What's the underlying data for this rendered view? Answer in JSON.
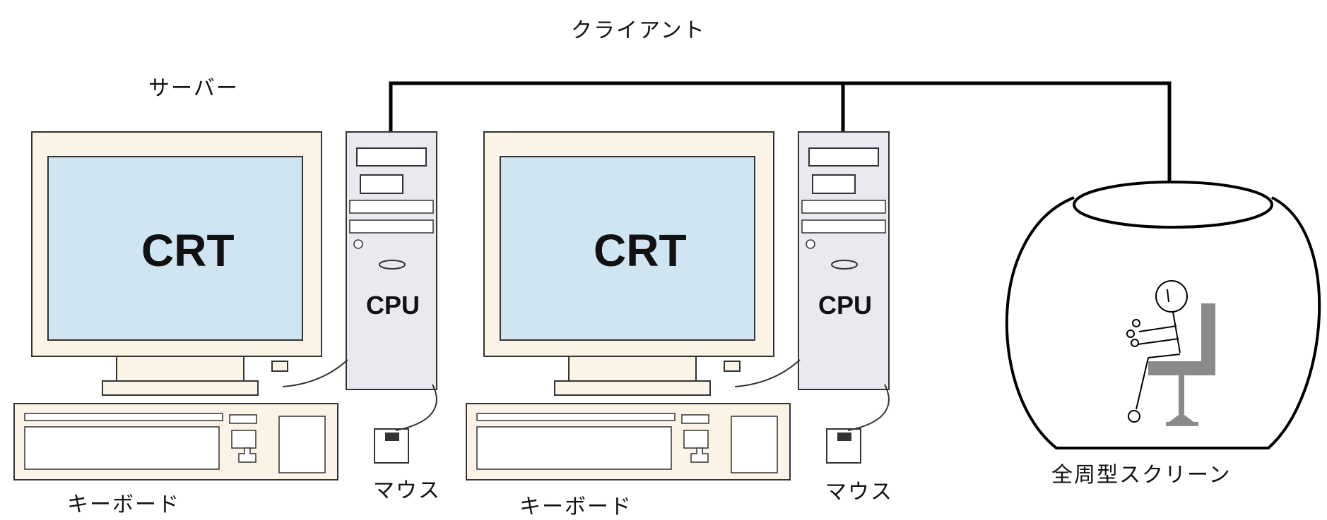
{
  "labels": {
    "client": "クライアント",
    "server": "サーバー",
    "screen": "全周型スクリーン"
  },
  "stations": [
    {
      "monitor_text": "CRT",
      "cpu_text": "CPU",
      "keyboard": "キーボード",
      "mouse": "マウス"
    },
    {
      "monitor_text": "CRT",
      "cpu_text": "CPU",
      "keyboard": "キーボード",
      "mouse": "マウス"
    }
  ],
  "colors": {
    "screen_fill": "#cfe6f2",
    "monitor_body": "#fbf3e6",
    "cpu_body": "#e9e9ef",
    "chair": "#8a8a8a",
    "line": "#000000"
  }
}
